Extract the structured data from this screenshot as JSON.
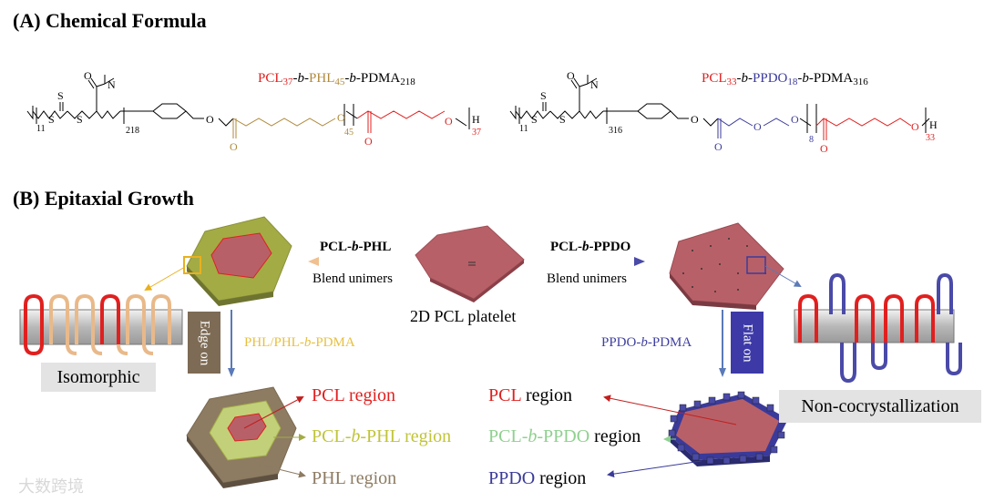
{
  "section_a": {
    "heading": "(A) Chemical Formula",
    "left": {
      "pcl": "PCL",
      "pcl_dp": "37",
      "sep1": "-b-",
      "mid": "PHL",
      "mid_dp": "45",
      "sep2": "-b-",
      "pdma": "PDMA",
      "pdma_dp": "218",
      "struct_s": "S",
      "struct_n11": "11",
      "struct_n_pdma": "218",
      "struct_n_mid": "45",
      "struct_n_pcl": "37",
      "struct_o": "O",
      "struct_n": "N",
      "struct_h": "H"
    },
    "right": {
      "pcl": "PCL",
      "pcl_dp": "33",
      "sep1": "-b-",
      "mid": "PPDO",
      "mid_dp": "18",
      "sep2": "-b-",
      "pdma": "PDMA",
      "pdma_dp": "316",
      "struct_s": "S",
      "struct_n11": "11",
      "struct_n_pdma": "316",
      "struct_n_mid": "8",
      "struct_n_pcl": "33",
      "struct_o": "O",
      "struct_n": "N",
      "struct_h": "H"
    }
  },
  "section_b": {
    "heading": "(B) Epitaxial Growth",
    "center_label": "2D PCL platelet",
    "left_arrow": {
      "title": "PCL-b-PHL",
      "caption": "Blend unimers"
    },
    "right_arrow": {
      "title": "PCL-b-PPDO",
      "caption": "Blend unimers"
    },
    "left_vertical": "Edge on",
    "right_vertical": "Flat on",
    "left_side_label": "PHL/PHL-b-PDMA",
    "right_side_label": "PPDO-b-PDMA",
    "left_box": "Isomorphic",
    "right_box": "Non-cocrystallization",
    "left_regions": [
      "PCL region",
      "PCL-b-PHL region",
      "PHL region"
    ],
    "right_regions": {
      "pcl": "PCL",
      "pcl_suffix": "region",
      "copoly": "PCL-b-PPDO",
      "copoly_suffix": "region",
      "ppdo": "PPDO",
      "ppdo_suffix": "region"
    },
    "watermark": "大数跨境"
  },
  "colors": {
    "pcl": "#e0201f",
    "phl": "#b08a3c",
    "ppdo": "#3a3a9a",
    "copoly_green": "#8fd08f",
    "phl_label": "#e8c040",
    "ppdo_label": "#4040a0",
    "edge_box": "#7d6b55",
    "flat_box": "#3d3aa8",
    "platelet": "#b86068",
    "outer_olive": "#a3ab45",
    "outer_khaki": "#8d7b62"
  }
}
